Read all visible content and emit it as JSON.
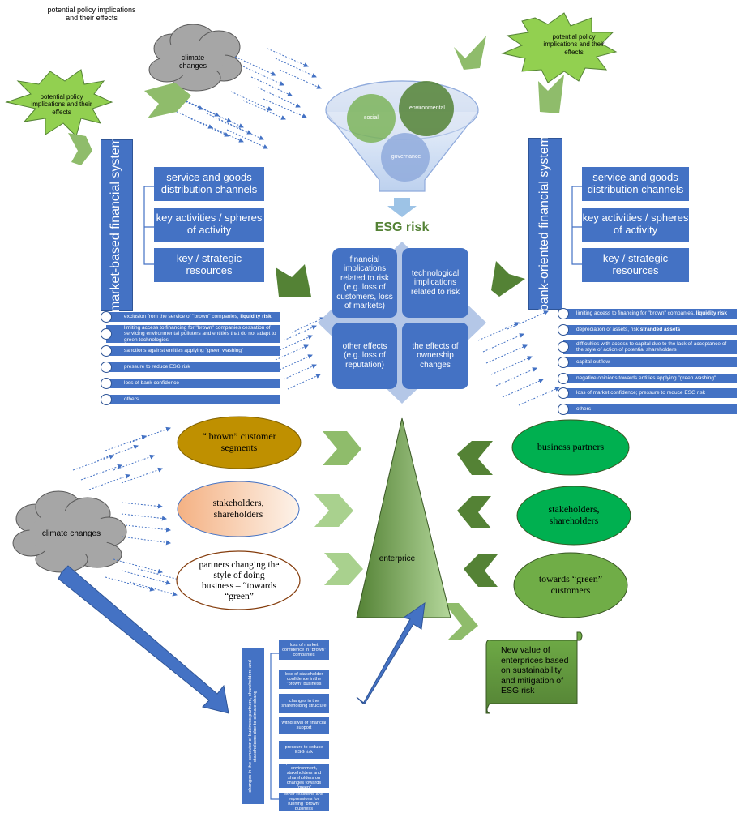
{
  "policy_labels": {
    "top_left": "potential policy implications and their effects",
    "left_star": "potential policy implications and their effects",
    "right_star": "potential policy implications and their effects"
  },
  "climate": {
    "top": "climate changes",
    "bottom": "climate changes"
  },
  "funnel": {
    "social": "social",
    "environmental": "environmental",
    "governance": "governance"
  },
  "esg_title": "ESG risk",
  "esg_matrix": {
    "financial": "financial implications related to risk (e.g. loss of customers, loss of markets)",
    "technological": "technological implications related to risk",
    "other": "other effects (e.g. loss of reputation)",
    "ownership": "the effects of ownership changes"
  },
  "market_system": {
    "title": "market-based financial system",
    "boxes": [
      "service and goods distribution channels",
      "key activities / spheres of activity",
      "key / strategic resources"
    ],
    "list": [
      {
        "text": "exclusion from the service of \"brown\" companies, ",
        "bold": "liquidity risk"
      },
      {
        "text": "limiting access to financing for \"brown\" companies cessation of servicing environmental polluters and entities that do not adapt to green technologies",
        "bold": ""
      },
      {
        "text": "sanctions against entities applying \"green washing\"",
        "bold": ""
      },
      {
        "text": "pressure to reduce ESG risk",
        "bold": ""
      },
      {
        "text": "loss of bank confidence",
        "bold": ""
      },
      {
        "text": "others",
        "bold": ""
      }
    ]
  },
  "bank_system": {
    "title": "bank-oriented financial system",
    "boxes": [
      "service and goods distribution channels",
      "key activities / spheres of activity",
      "key / strategic resources"
    ],
    "list": [
      {
        "text": "limiting access to financing for \"brown\" companies, ",
        "bold": "liquidity risk"
      },
      {
        "text": "depreciation of assets, risk ",
        "bold": "stranded assets"
      },
      {
        "text": "difficulties with access to capital due to the lack of acceptance of the style of action of potential shareholders",
        "bold": ""
      },
      {
        "text": "capital outflow",
        "bold": ""
      },
      {
        "text": "negative opinions towards entities applying \"green washing\"",
        "bold": ""
      },
      {
        "text": "loss of market confidence; pressure to reduce ESG risk",
        "bold": ""
      },
      {
        "text": "others",
        "bold": ""
      }
    ]
  },
  "left_ovals": {
    "brown": "“ brown” customer segments",
    "stakeholders": "stakeholders, shareholders",
    "partners": "partners changing the style of doing business – “towards “green”"
  },
  "right_ovals": {
    "partners": "business partners",
    "stakeholders": "stakeholders, shareholders",
    "green": "towards “green” customers"
  },
  "enterprise": "enterprice",
  "new_value": "New value of enterprices based on sustainability and mitigation of ESG risk",
  "changes_title": "changes in the behavior of business partners, shareholders and stakeholders due to climate chang",
  "changes_list": [
    "loss of market confidence in \"brown\" companies",
    "loss of stakeholder confidence in the \"brown\" business",
    "changes in the shareholding structure",
    "withdrawal of financial support",
    "pressure to reduce ESG risk",
    "pressure from the environment, stakeholders and shareholders on changes towards \"green\"",
    "other reactions and repressions for running \"brown\" business"
  ],
  "colors": {
    "blue": "#4472c4",
    "green_dark": "#548235",
    "green_light": "#a9d18e",
    "oval_green": "#00b050",
    "gray_cloud": "#a6a6a6",
    "brown_oval": "#bf9000"
  }
}
